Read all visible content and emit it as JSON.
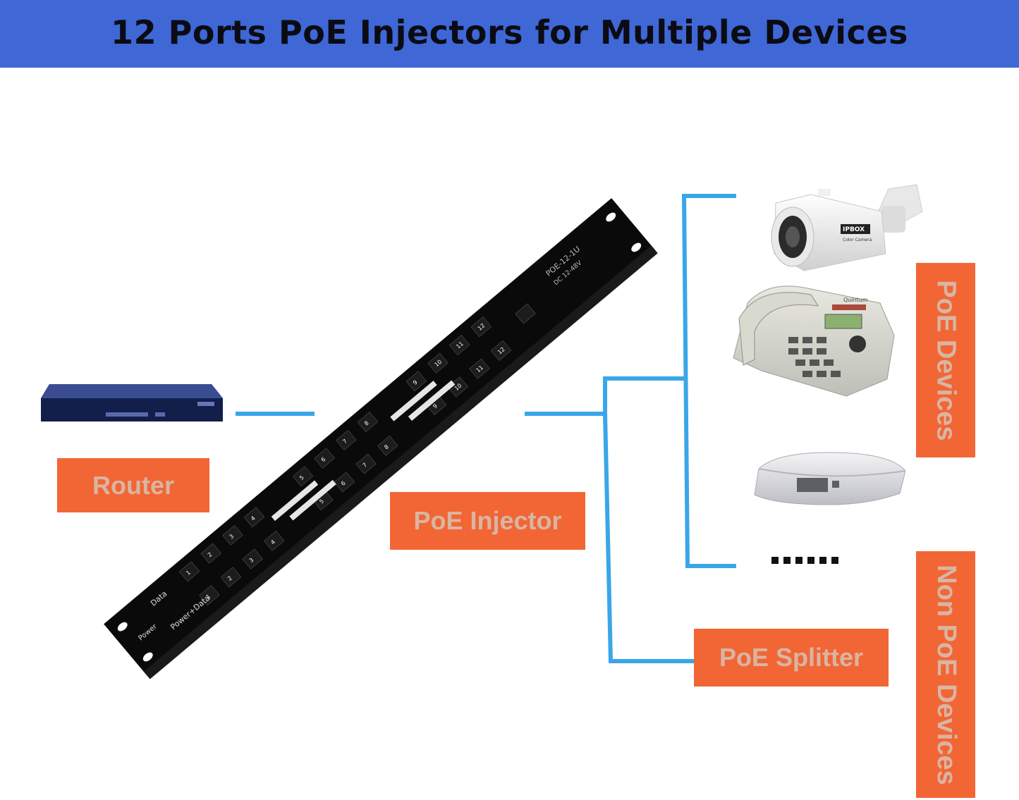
{
  "header": {
    "title": "12 Ports PoE Injectors for Multiple Devices"
  },
  "labels": {
    "router": "Router",
    "injector": "PoE Injector",
    "splitter": "PoE Splitter",
    "poe_devices": "PoE Devices",
    "non_poe_devices": "Non PoE Devices"
  },
  "panel": {
    "model": "POE-12-1U",
    "voltage": "DC 12-48V",
    "row_labels": {
      "data": "Data",
      "power_data": "Power+Data",
      "power": "Power"
    },
    "port_numbers": [
      "1",
      "2",
      "3",
      "4",
      "5",
      "6",
      "7",
      "8",
      "9",
      "10",
      "11",
      "12"
    ]
  },
  "devices": {
    "camera_brand": "IPBOX",
    "camera_subtitle": "Color Camera",
    "phone_brand": "Quintum"
  },
  "colors": {
    "banner": "#3f67d6",
    "connector_line": "#3aa6ea",
    "label_box": "#f26636",
    "label_text": "#d9b5a2"
  },
  "icons": [
    "router-icon",
    "poe-injector-panel-icon",
    "ip-camera-icon",
    "ip-phone-icon",
    "wireless-access-point-icon"
  ]
}
